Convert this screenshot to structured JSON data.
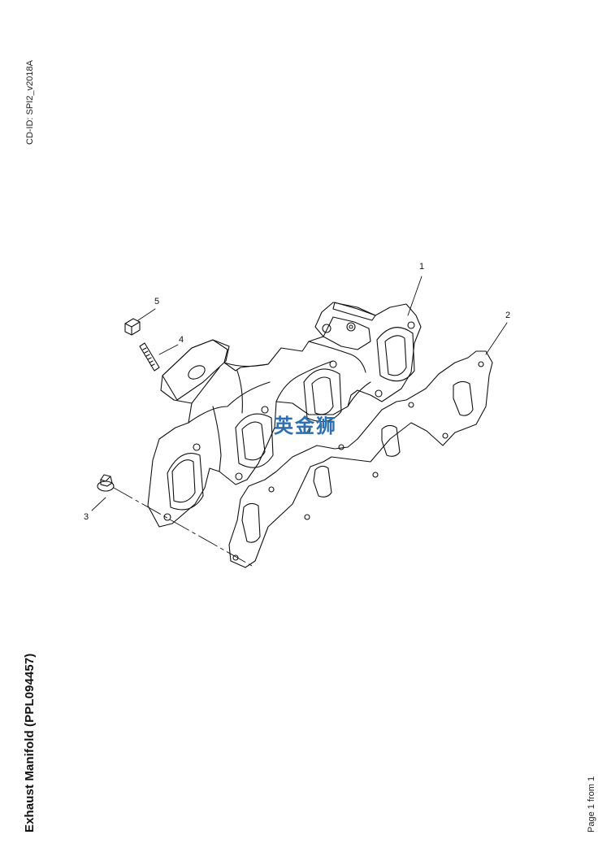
{
  "document": {
    "cd_id": "CD-ID: SPI2_v2018A",
    "title": "Exhaust Manifold (PPL094457)",
    "page_label": "Page 1 from 1"
  },
  "callouts": [
    {
      "number": "1",
      "part": "exhaust manifold"
    },
    {
      "number": "2",
      "part": "exhaust manifold gasket"
    },
    {
      "number": "3",
      "part": "flanged nut"
    },
    {
      "number": "4",
      "part": "stud"
    },
    {
      "number": "5",
      "part": "nut"
    }
  ],
  "watermark": {
    "text": "英金狮",
    "color": "#2e6fb0"
  }
}
